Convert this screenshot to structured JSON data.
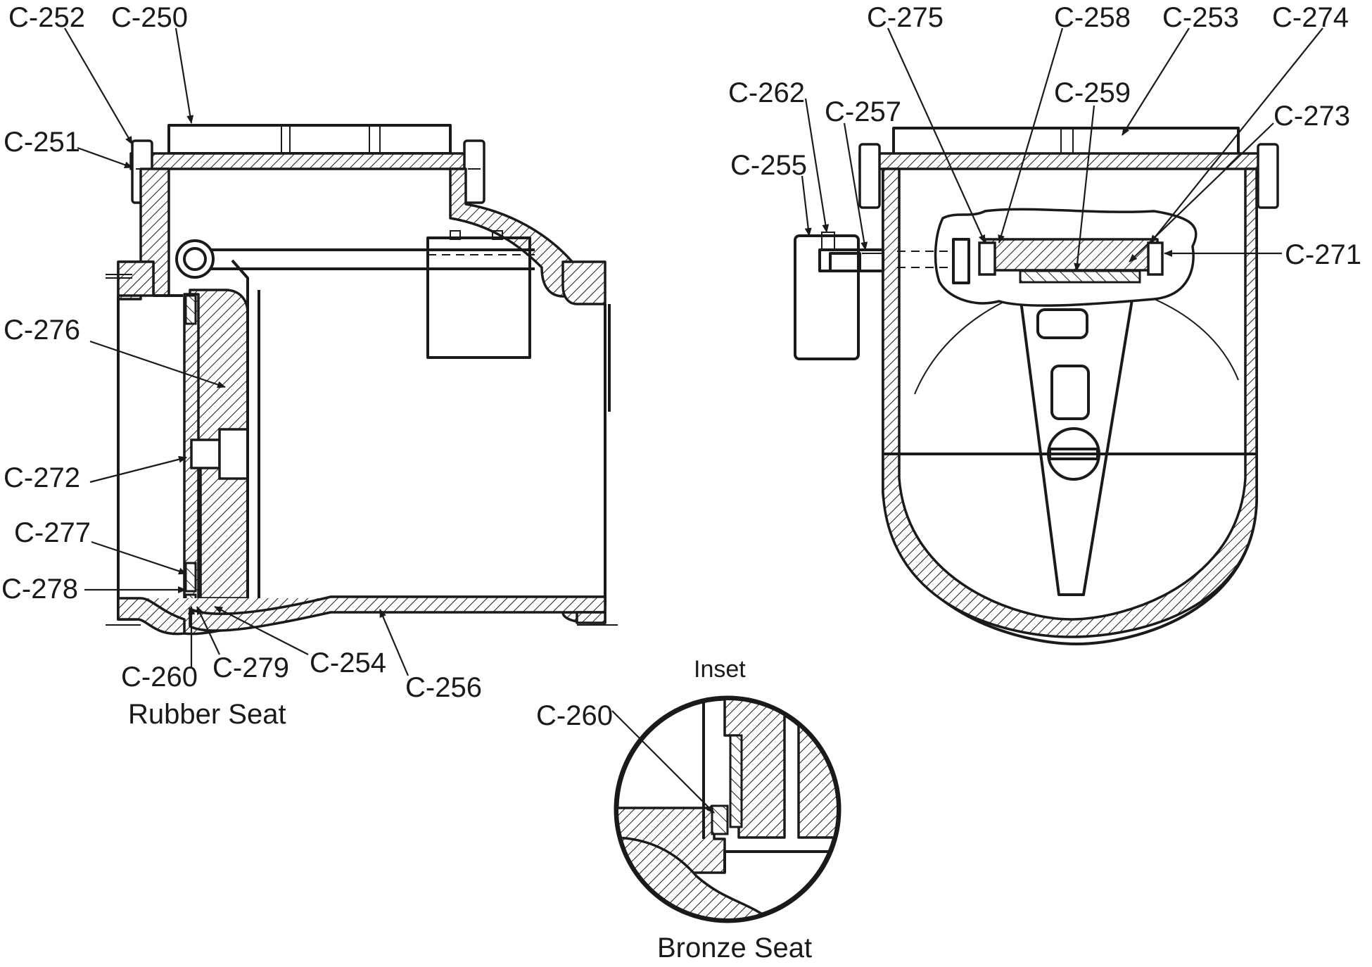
{
  "figure": {
    "rubber_seat_caption": "Rubber Seat",
    "bronze_seat_caption": "Bronze Seat",
    "inset_title": "Inset"
  },
  "callouts": [
    {
      "id": "c252",
      "text": "C-252"
    },
    {
      "id": "c250",
      "text": "C-250"
    },
    {
      "id": "c251",
      "text": "C-251"
    },
    {
      "id": "c276",
      "text": "C-276"
    },
    {
      "id": "c272",
      "text": "C-272"
    },
    {
      "id": "c277",
      "text": "C-277"
    },
    {
      "id": "c278",
      "text": "C-278"
    },
    {
      "id": "c260a",
      "text": "C-260"
    },
    {
      "id": "c279",
      "text": "C-279"
    },
    {
      "id": "c254",
      "text": "C-254"
    },
    {
      "id": "c256",
      "text": "C-256"
    },
    {
      "id": "c275",
      "text": "C-275"
    },
    {
      "id": "c258",
      "text": "C-258"
    },
    {
      "id": "c253",
      "text": "C-253"
    },
    {
      "id": "c274",
      "text": "C-274"
    },
    {
      "id": "c262",
      "text": "C-262"
    },
    {
      "id": "c259",
      "text": "C-259"
    },
    {
      "id": "c257",
      "text": "C-257"
    },
    {
      "id": "c273",
      "text": "C-273"
    },
    {
      "id": "c255",
      "text": "C-255"
    },
    {
      "id": "c271",
      "text": "C-271"
    },
    {
      "id": "c260b",
      "text": "C-260"
    }
  ]
}
